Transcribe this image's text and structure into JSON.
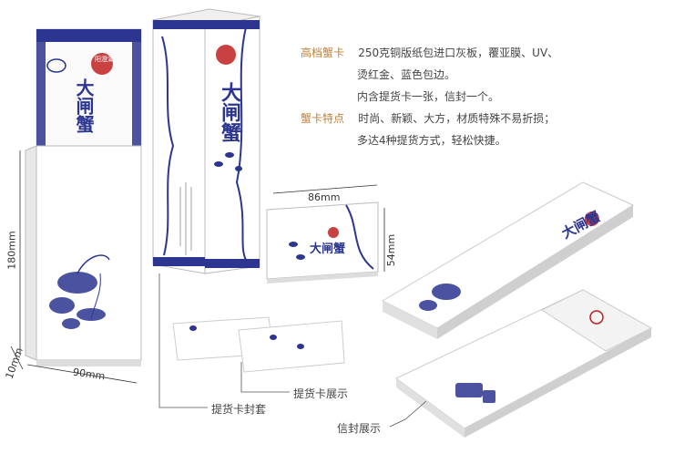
{
  "colors": {
    "blue": "#2c3590",
    "accent": "#c0803a",
    "red": "#c02020"
  },
  "specs": [
    {
      "label": "高档蟹卡",
      "lines": [
        "250克铜版纸包进口灰板，覆亚膜、UV、",
        "烫红金、蓝色包边。",
        "内含提货卡一张，信封一个。"
      ]
    },
    {
      "label": "蟹卡特点",
      "lines": [
        "时尚、新颖、大方，材质特殊不易折损；",
        "多达4种提货方式，轻松快捷。"
      ]
    }
  ],
  "dimensions": {
    "height": "180mm",
    "width": "90mm",
    "depth": "10mm",
    "card_width": "86mm",
    "card_height": "54mm"
  },
  "captions": {
    "sleeve": "提货卡封套",
    "card": "提货卡展示",
    "envelope": "信封展示"
  },
  "brand": {
    "logo_text": "大闸蟹",
    "seal_text": "阳澄湖"
  }
}
